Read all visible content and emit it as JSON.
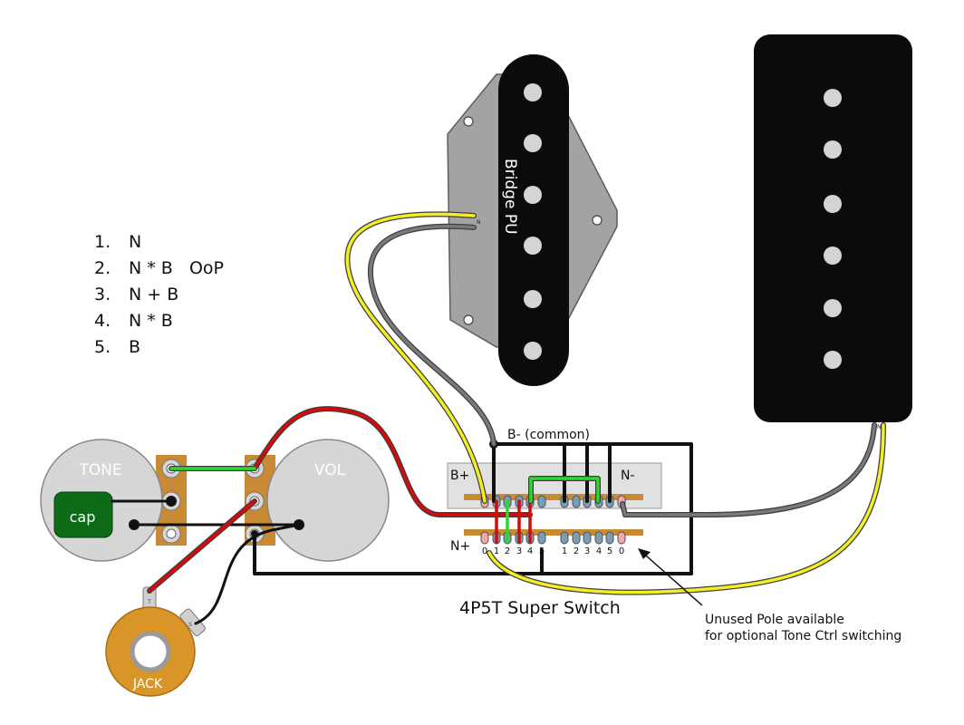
{
  "legend": [
    {
      "num": "1.",
      "text": "N"
    },
    {
      "num": "2.",
      "text": "N * B   OoP"
    },
    {
      "num": "3.",
      "text": "N + B"
    },
    {
      "num": "4.",
      "text": "N * B"
    },
    {
      "num": "5.",
      "text": "B"
    }
  ],
  "labels": {
    "bridge_pickup": "Bridge PU",
    "bridge_lead_mark": "N",
    "neck_lead_mark": "N",
    "tone_pot": "TONE",
    "volume_pot": "VOL",
    "capacitor": "cap",
    "jack": "JACK",
    "jack_tip": "T",
    "jack_sleeve": "S",
    "b_common": "B- (common)",
    "b_plus": "B+",
    "n_minus": "N-",
    "n_plus": "N+",
    "switch_title": "4P5T Super Switch",
    "note_line1": "Unused Pole available",
    "note_line2": "for optional Tone Ctrl switching",
    "left_pole_numbers": [
      "0",
      "1",
      "2",
      "3",
      "4",
      "5"
    ],
    "right_pole_numbers": [
      "1",
      "2",
      "3",
      "4",
      "5",
      "0"
    ]
  },
  "colors": {
    "wire_red": "#d10c0c",
    "wire_green": "#2fd62f",
    "wire_yellow": "#f2ef24",
    "wire_grey": "#666666",
    "wire_black": "#111111",
    "pickup_black": "#0b0b0b",
    "baseplate_grey": "#a3a3a3",
    "pot_grey": "#d6d6d6",
    "cap_green": "#0d6b18",
    "jack_orange": "#d99528",
    "switch_board": "#e1e1e1",
    "switch_strip": "#c98a36",
    "lug_blue": "#7f9bb0",
    "lug_pink": "#efa9a9"
  }
}
